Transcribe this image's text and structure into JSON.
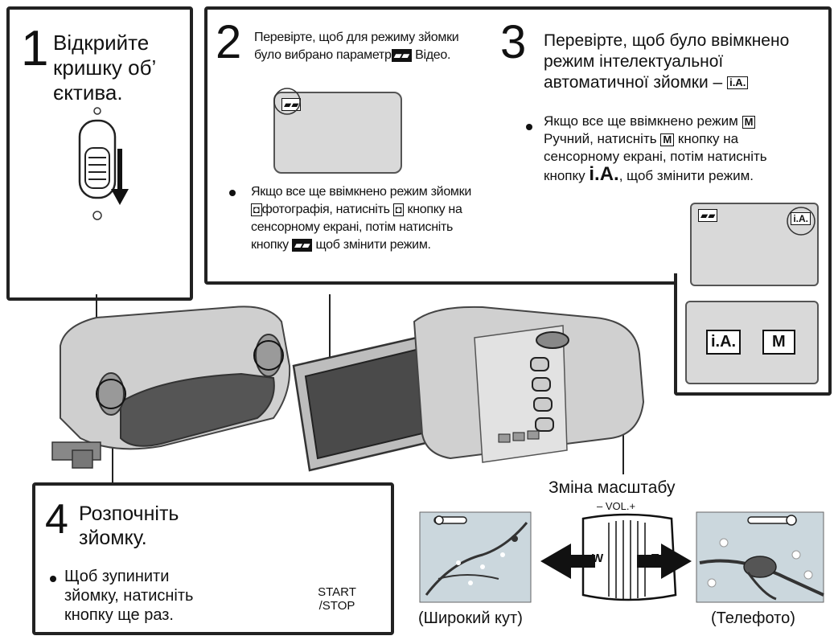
{
  "step1": {
    "number": "1",
    "title_line1": "Відкрийте",
    "title_line2": "кришку об’",
    "title_line3": "єктива."
  },
  "step2": {
    "number": "2",
    "line1": "Перевірте, щоб для режиму зйомки",
    "line2a": "було вибрано параметр",
    "line2b": " Відео.",
    "note1": "Якщо все ще ввімкнено режим зйомки",
    "note2": "фотографія, натисніть",
    "note2b": " кнопку на",
    "note3": "сенсорному екрані, потім натисніть",
    "note4a": "кнопку",
    "note4b": " щоб змінити режим."
  },
  "step3": {
    "number": "3",
    "line1": "Перевірте, щоб було ввімкнено",
    "line2": "режим інтелектуальної",
    "line3": "автоматичної зйомки –",
    "ia_badge": "i.A.",
    "note1a": "Якщо все ще ввімкнено режим",
    "note2a": "Ручний, натисніть",
    "note2b": " кнопку на",
    "note3": "сенсорному екрані, потім натисніть",
    "note4a": "кнопку",
    "note4b": "i.A.",
    "note4c": ", щоб змінити режим.",
    "m_badge": "M",
    "btn_ia": "i.A.",
    "btn_m": "M"
  },
  "step4": {
    "number": "4",
    "title_line1": "Розпочніть",
    "title_line2": "зйомку.",
    "note1": "Щоб зупинити",
    "note2": "зйомку, натисніть",
    "note3": "кнопку ще раз.",
    "button_label1": "START",
    "button_label2": "/STOP"
  },
  "zoom": {
    "label": "Зміна масштабу",
    "vol_label": "– VOL.+",
    "w": "W",
    "t": "T",
    "wide_caption": "(Широкий кут)",
    "tele_caption": "(Телефото)"
  }
}
